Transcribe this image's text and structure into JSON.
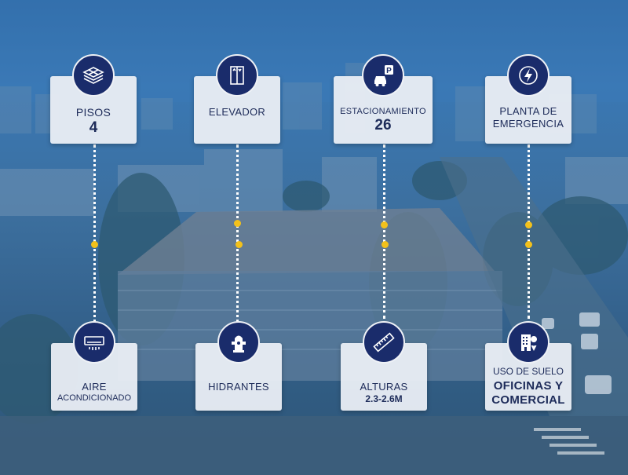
{
  "colors": {
    "navy": "#1a2c6b",
    "card": "#eaeef4",
    "connector_dot": "#f3c11b"
  },
  "top": [
    {
      "icon": "layers-icon",
      "label": "PISOS",
      "value": "4"
    },
    {
      "icon": "elevator-icon",
      "label": "ELEVADOR"
    },
    {
      "icon": "parking-icon",
      "label": "ESTACIONAMIENTO",
      "value": "26"
    },
    {
      "icon": "lightning-icon",
      "label_line1": "PLANTA DE",
      "label_line2": "EMERGENCIA"
    }
  ],
  "bottom": [
    {
      "icon": "air-conditioner-icon",
      "label_line1": "AIRE",
      "label_line2": "ACONDICIONADO"
    },
    {
      "icon": "fire-hydrant-icon",
      "label": "HIDRANTES"
    },
    {
      "icon": "ruler-icon",
      "label": "ALTURAS",
      "value": "2.3-2.6M"
    },
    {
      "icon": "building-location-icon",
      "label": "USO DE SUELO",
      "value_line1": "OFICINAS Y",
      "value_line2": "COMERCIAL"
    }
  ]
}
